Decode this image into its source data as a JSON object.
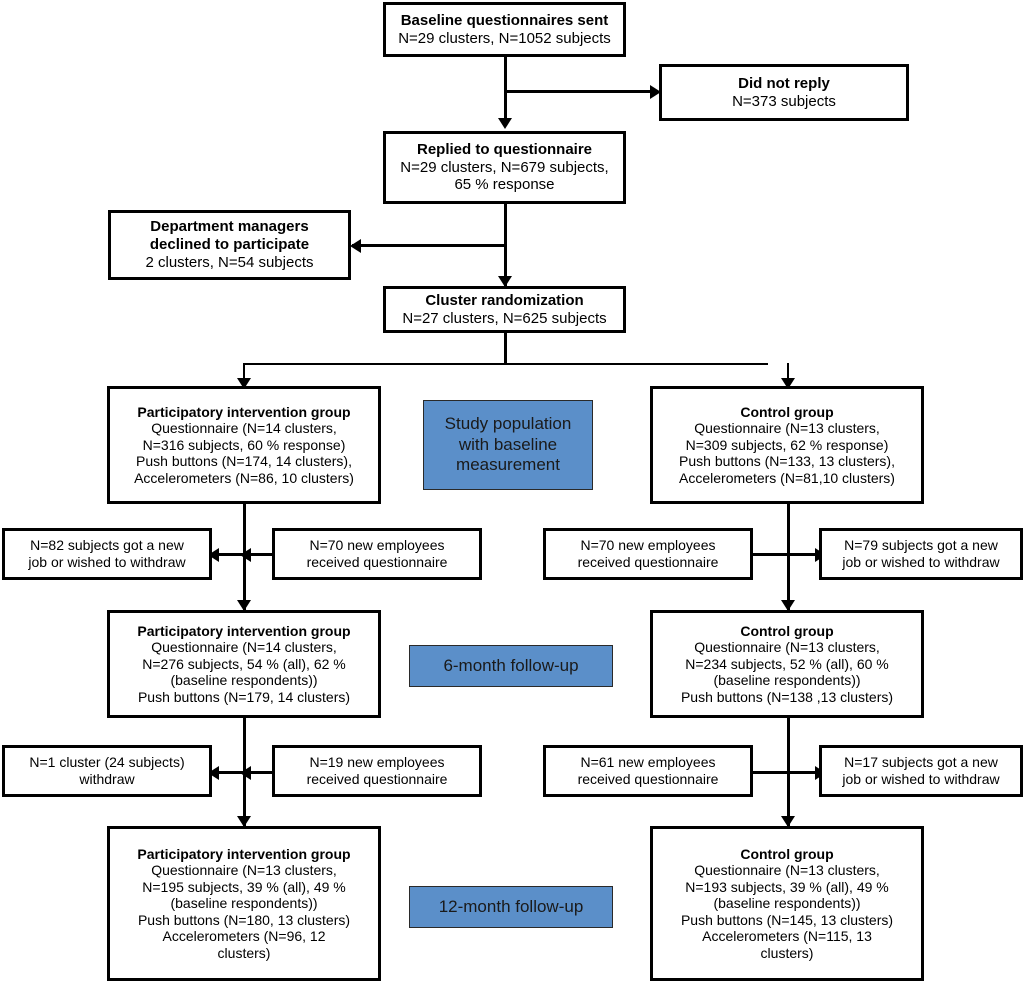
{
  "diagram": {
    "title": "CONSORT-style participant flow diagram for a cluster randomized trial",
    "accent_blue": "#5B8FC9",
    "line_color": "#000000",
    "background": "#FFFFFF"
  },
  "nodes": {
    "baseline_sent": {
      "title": "Baseline questionnaires sent",
      "lines": [
        "N=29 clusters, N=1052 subjects"
      ]
    },
    "did_not_reply": {
      "title": "Did not reply",
      "lines": [
        "N=373 subjects"
      ]
    },
    "replied": {
      "title": "Replied to questionnaire",
      "lines": [
        "N=29 clusters, N=679 subjects,",
        "65 % response"
      ]
    },
    "managers_declined": {
      "title": "Department managers declined to participate",
      "title_line1": "Department managers",
      "title_line2": "declined to participate",
      "lines": [
        "2 clusters, N=54 subjects"
      ]
    },
    "randomization": {
      "title": "Cluster randomization",
      "lines": [
        "N=27 clusters, N=625 subjects"
      ]
    },
    "intervention_baseline": {
      "title": "Participatory intervention group",
      "lines": [
        "Questionnaire  (N=14 clusters,",
        "N=316 subjects, 60 % response)",
        "Push buttons (N=174, 14 clusters),",
        "Accelerometers (N=86, 10 clusters)"
      ]
    },
    "control_baseline": {
      "title": "Control group",
      "lines": [
        "Questionnaire (N=13 clusters,",
        "N=309 subjects, 62 % response)",
        "Push buttons (N=133, 13 clusters),",
        "Accelerometers (N=81,10 clusters)"
      ]
    },
    "plate_baseline": {
      "lines": [
        "Study population",
        "with baseline",
        "measurement"
      ]
    },
    "int_loss_6m": {
      "lines": [
        "N=82 subjects got a new",
        "job or wished to withdraw"
      ]
    },
    "int_new_6m": {
      "lines": [
        "N=70 new employees",
        "received questionnaire"
      ]
    },
    "ctrl_new_6m": {
      "lines": [
        "N=70 new employees",
        "received questionnaire"
      ]
    },
    "ctrl_loss_6m": {
      "lines": [
        "N=79 subjects got a new",
        "job or wished to withdraw"
      ]
    },
    "intervention_6m": {
      "title": "Participatory intervention group",
      "lines": [
        "Questionnaire  (N=14 clusters,",
        "N=276 subjects, 54 % (all), 62 %",
        "(baseline respondents))",
        "Push buttons (N=179, 14 clusters)"
      ]
    },
    "control_6m": {
      "title": "Control group",
      "lines": [
        "Questionnaire (N=13 clusters,",
        "N=234 subjects, 52 % (all), 60 %",
        "(baseline respondents))",
        "Push buttons (N=138 ,13 clusters)"
      ]
    },
    "plate_6m": {
      "lines": [
        "6-month follow-up"
      ]
    },
    "int_loss_12m": {
      "lines": [
        "N=1 cluster (24 subjects)",
        "withdraw"
      ]
    },
    "int_new_12m": {
      "lines": [
        "N=19 new employees",
        "received questionnaire"
      ]
    },
    "ctrl_new_12m": {
      "lines": [
        "N=61 new employees",
        "received questionnaire"
      ]
    },
    "ctrl_loss_12m": {
      "lines": [
        "N=17 subjects got a new",
        "job or wished to withdraw"
      ]
    },
    "intervention_12m": {
      "title": "Participatory intervention group",
      "lines": [
        "Questionnaire  (N=13 clusters,",
        "N=195 subjects, 39 % (all), 49 %",
        "(baseline respondents))",
        "Push buttons (N=180, 13 clusters)",
        "Accelerometers (N=96, 12",
        "clusters)"
      ]
    },
    "control_12m": {
      "title": "Control group",
      "lines": [
        "Questionnaire (N=13 clusters,",
        "N=193 subjects, 39 % (all), 49 %",
        "(baseline respondents))",
        "Push buttons (N=145, 13 clusters)",
        "Accelerometers (N=115, 13",
        "clusters)"
      ]
    },
    "plate_12m": {
      "lines": [
        "12-month follow-up"
      ]
    }
  }
}
